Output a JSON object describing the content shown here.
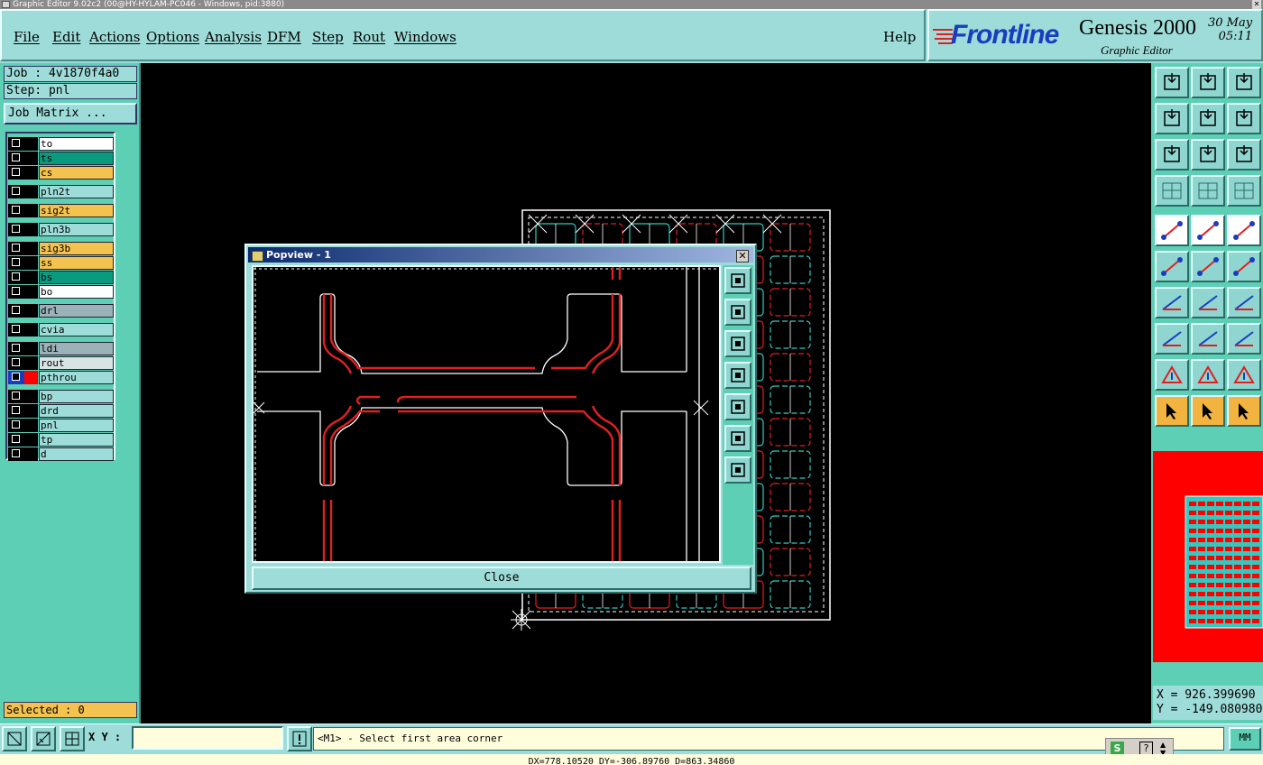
{
  "window": {
    "title": "Graphic Editor 9.02c2 (00@HY-HYLAM-PC046 - Windows, pid:3880)"
  },
  "menu": {
    "items": [
      "File",
      "Edit",
      "Actions",
      "Options",
      "Analysis",
      "DFM",
      "Step",
      "Rout",
      "Windows"
    ],
    "help": "Help"
  },
  "brand": {
    "logo": "Frontline",
    "product": "Genesis 2000",
    "subtitle": "Graphic Editor",
    "date": "30 May",
    "time": "05:11",
    "accent": "#1a3cbf"
  },
  "job": {
    "job_label": "Job : 4v1870f4a0",
    "step_label": "Step: pnl",
    "matrix_button": "Job Matrix ..."
  },
  "layers": [
    {
      "name": "to",
      "color": "#ffffff"
    },
    {
      "name": "ts",
      "color": "#0a9a7e"
    },
    {
      "name": "cs",
      "color": "#f3c24f"
    },
    {
      "name": "pln2t",
      "color": "#9ddcd8"
    },
    {
      "name": "sig2t",
      "color": "#f3c24f"
    },
    {
      "name": "pln3b",
      "color": "#9ddcd8"
    },
    {
      "name": "sig3b",
      "color": "#f3c24f"
    },
    {
      "name": "ss",
      "color": "#f3c24f"
    },
    {
      "name": "bs",
      "color": "#0a9a7e"
    },
    {
      "name": "bo",
      "color": "#ffffff"
    },
    {
      "name": "drl",
      "color": "#9ab2b8"
    },
    {
      "name": "cvia",
      "color": "#9ddcd8"
    },
    {
      "name": "ldi",
      "color": "#9ab2b8"
    },
    {
      "name": "rout",
      "color": "#d8e4e4"
    },
    {
      "name": "pthrou",
      "color": "#9ddcd8"
    },
    {
      "name": "bp",
      "color": "#9ddcd8"
    },
    {
      "name": "drd",
      "color": "#9ddcd8"
    },
    {
      "name": "pnl",
      "color": "#9ddcd8"
    },
    {
      "name": "tp",
      "color": "#9ddcd8"
    },
    {
      "name": "d",
      "color": "#9ddcd8"
    }
  ],
  "selected": "Selected : 0",
  "popview": {
    "title": "Popview - 1",
    "close_label": "Close"
  },
  "coords": {
    "x": "X = 926.399690",
    "y": "Y = -149.080980"
  },
  "status": {
    "xy_label": "X Y :",
    "xy_value": "",
    "prompt": "<M1> - Select first area corner",
    "units": "MM",
    "bottom": "DX=778.10520 DY=-306.89760 D=863.34860"
  }
}
